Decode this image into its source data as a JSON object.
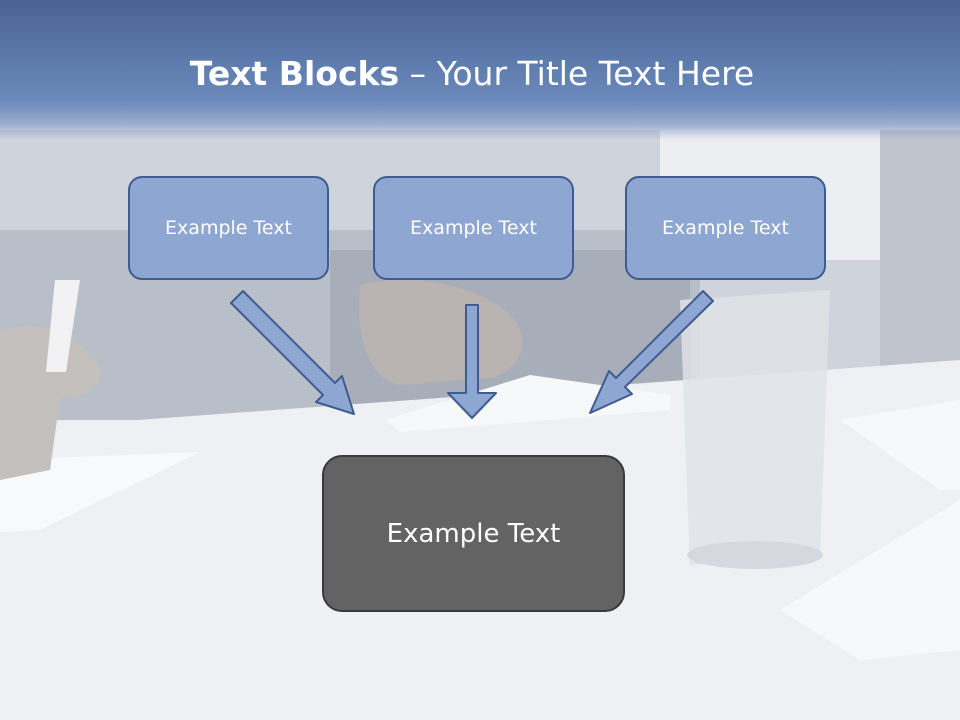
{
  "slide": {
    "title_bold": "Text Blocks",
    "title_dash": " – ",
    "title_rest": "Your Title Text Here"
  },
  "boxes": {
    "top": [
      {
        "label": "Example Text"
      },
      {
        "label": "Example Text"
      },
      {
        "label": "Example Text"
      }
    ],
    "bottom": {
      "label": "Example Text"
    }
  },
  "colors": {
    "header": "#5b79aa",
    "top_box_fill": "#8ea6d2",
    "top_box_border": "#3f5b8f",
    "bottom_box_fill": "#636363",
    "arrow_fill": "#8ea6d2",
    "arrow_stroke": "#3f5b8f"
  }
}
